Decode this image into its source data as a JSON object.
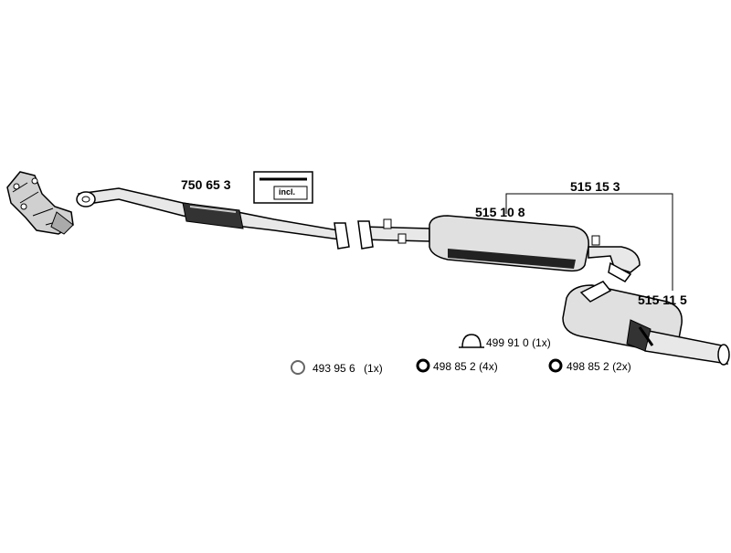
{
  "parts": {
    "front_pipe": "750 65 3",
    "kit_label": "incl.",
    "system_group": "515 15 3",
    "center_silencer": "515 10 8",
    "rear_silencer": "515 11 5"
  },
  "accessories": [
    {
      "part": "493 95 6",
      "qty": "(1x)",
      "icon": "ring-gasket-icon"
    },
    {
      "part": "498 85 2",
      "qty": "(4x)",
      "icon": "rubber-ring-icon"
    },
    {
      "part": "498 85 2",
      "qty": "(2x)",
      "icon": "rubber-ring-icon"
    },
    {
      "part": "499 91 0",
      "qty": "(1x)",
      "icon": "clamp-icon"
    }
  ]
}
